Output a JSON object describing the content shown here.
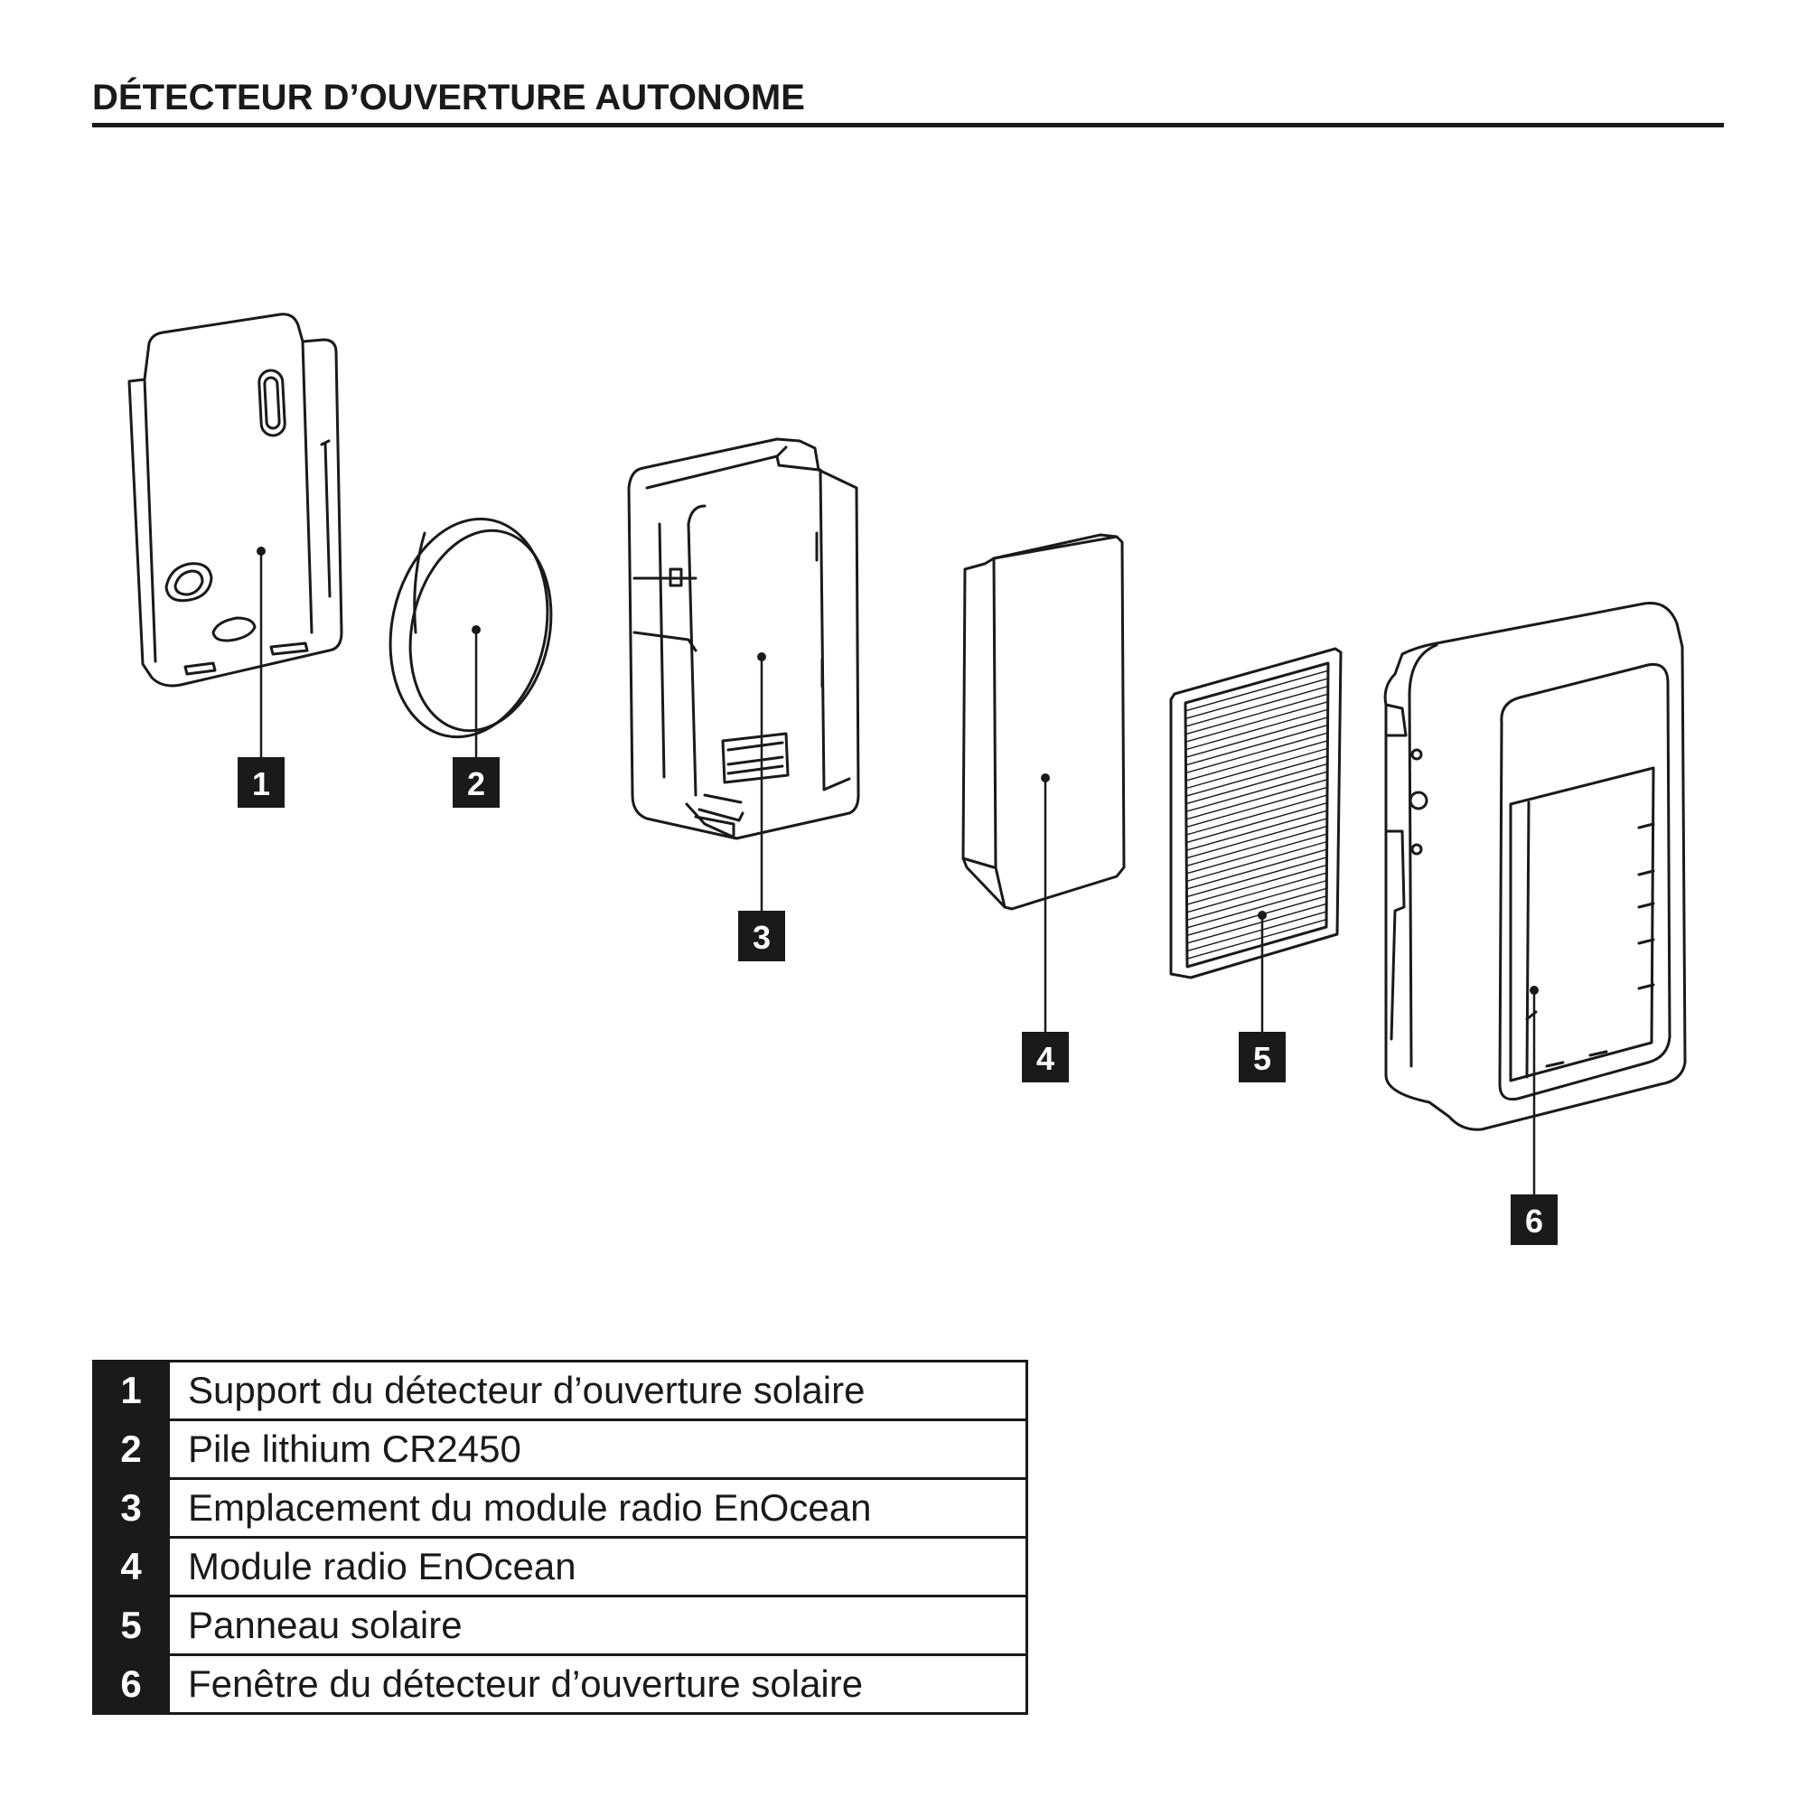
{
  "title": "DÉTECTEUR D’OUVERTURE AUTONOME",
  "callouts": [
    "1",
    "2",
    "3",
    "4",
    "5",
    "6"
  ],
  "legend": [
    {
      "num": "1",
      "label": "Support du détecteur d’ouverture solaire"
    },
    {
      "num": "2",
      "label": "Pile lithium CR2450"
    },
    {
      "num": "3",
      "label": "Emplacement du module radio EnOcean"
    },
    {
      "num": "4",
      "label": "Module radio EnOcean"
    },
    {
      "num": "5",
      "label": "Panneau solaire"
    },
    {
      "num": "6",
      "label": "Fenêtre du détecteur d’ouverture solaire"
    }
  ],
  "colors": {
    "ink": "#1a1a1a",
    "paper": "#ffffff"
  }
}
